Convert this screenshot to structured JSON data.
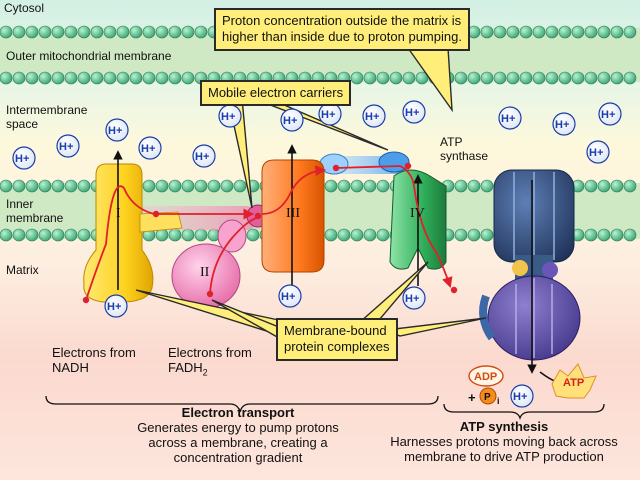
{
  "regions": {
    "cytosol": "Cytosol",
    "outer_membrane": "Outer mitochondrial membrane",
    "intermembrane_line1": "Intermembrane",
    "intermembrane_line2": "space",
    "inner_line1": "Inner",
    "inner_line2": "membrane",
    "matrix": "Matrix"
  },
  "callouts": {
    "proton_line1": "Proton concentration outside the matrix is",
    "proton_line2": "higher than inside due to proton pumping.",
    "mobile": "Mobile electron carriers",
    "membrane_bound_line1": "Membrane-bound",
    "membrane_bound_line2": "protein complexes"
  },
  "complexes": {
    "c1": "I",
    "c2": "II",
    "c3": "III",
    "c4": "IV"
  },
  "atp_synthase": {
    "line1": "ATP",
    "line2": "synthase"
  },
  "proton_label": "H+",
  "electrons": {
    "nadh_line1": "Electrons from",
    "nadh_line2": "NADH",
    "fadh_line1": "Electrons from",
    "fadh_line2_main": "FADH",
    "fadh_line2_sub": "2"
  },
  "molecules": {
    "adp": "ADP",
    "atp": "ATP",
    "plus": "+",
    "pi": "P",
    "pi_sub": "i"
  },
  "sections": {
    "electron_transport": {
      "title": "Electron transport",
      "line1": "Generates energy to pump protons",
      "line2": "across a membrane, creating a",
      "line3": "concentration gradient"
    },
    "atp_synthesis": {
      "title": "ATP synthesis",
      "line1": "Harnesses protons moving back across",
      "line2": "membrane to drive ATP production"
    }
  },
  "colors": {
    "cytosol_bg": "#d3f0e4",
    "intermembrane_bg": "#fdf8dc",
    "matrix_bg": "#fbd9cf",
    "complex_I": "#ffd21f",
    "complex_II": "#f58fc0",
    "complex_III": "#ff7a20",
    "complex_IV": "#2fae5a",
    "atp_synthase": "#2c4a78",
    "callout_bg": "#ffef7a",
    "electron_path": "#e0202a",
    "h_ion": "#1a3da8"
  }
}
